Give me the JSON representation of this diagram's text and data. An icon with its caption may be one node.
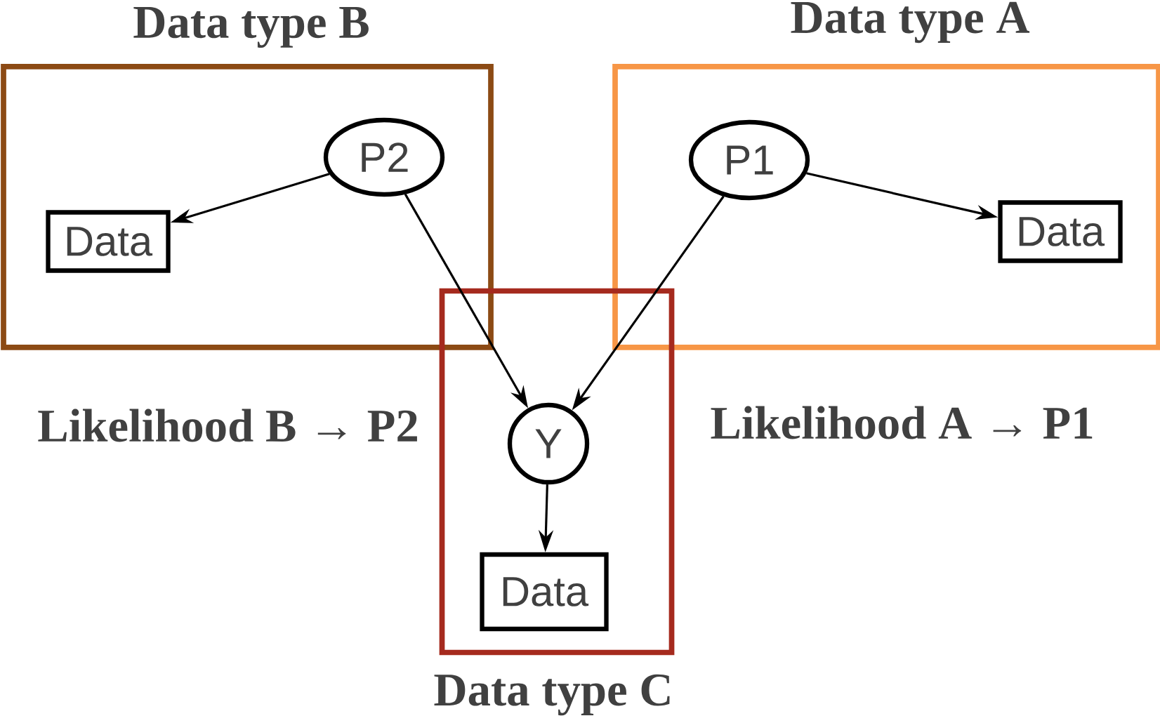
{
  "diagram": {
    "nodes": [
      {
        "text": [
          "Data type B"
        ]
      },
      {
        "text": [
          "P2"
        ],
        "in": 0
      },
      {
        "text": [
          "Data"
        ],
        "in": 0
      },
      {
        "text": [
          "Data type A"
        ]
      },
      {
        "text": [
          "P1"
        ],
        "in": 3
      },
      {
        "text": [
          "Data"
        ],
        "in": 3
      },
      {
        "text": [
          "Data type C"
        ]
      },
      {
        "text": [
          "Y"
        ],
        "in": 6
      },
      {
        "text": [
          "Data"
        ],
        "in": 6
      }
    ],
    "edges": [
      {
        "from": 1,
        "to": 2,
        "arrow": "to"
      },
      {
        "from": 1,
        "to": 7,
        "arrow": "to"
      },
      {
        "from": 4,
        "to": 5,
        "arrow": "to"
      },
      {
        "from": 4,
        "to": 7,
        "arrow": "to"
      },
      {
        "from": 7,
        "to": 8,
        "arrow": "to"
      }
    ],
    "labels": [
      "Likelihood B → P2",
      "Likelihood A → P1"
    ]
  }
}
